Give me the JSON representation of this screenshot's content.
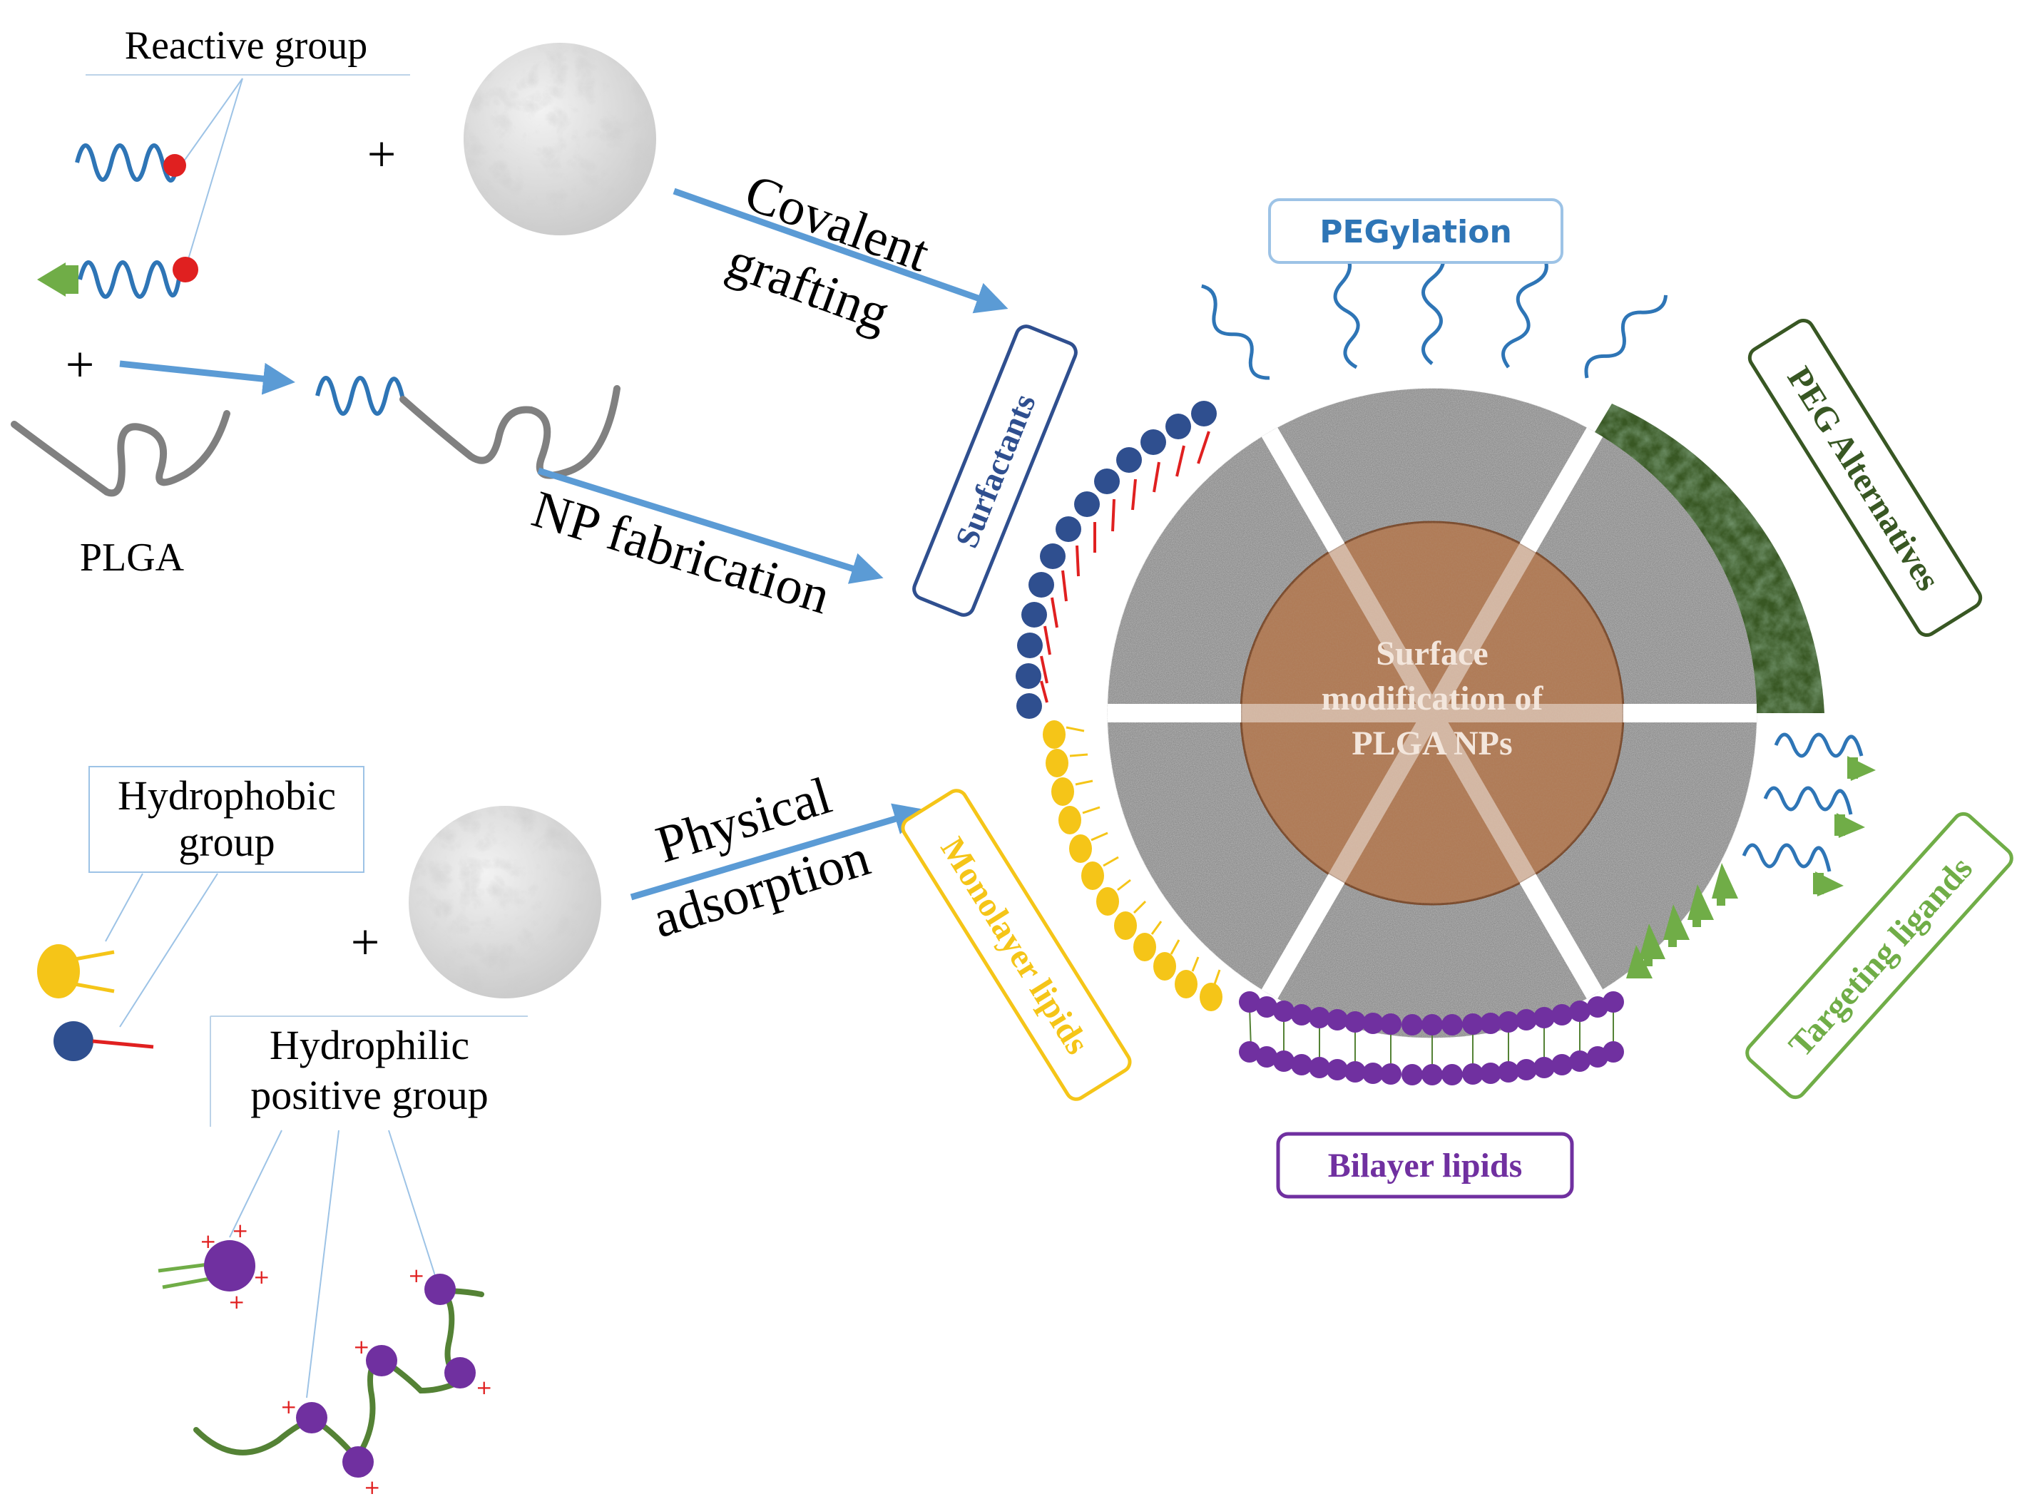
{
  "labels": {
    "reactive_group": "Reactive group",
    "plga": "PLGA",
    "plus": "+",
    "covalent": "Covalent",
    "grafting": "grafting",
    "np_fabrication": "NP fabrication",
    "hydrophobic_1": "Hydrophobic",
    "hydrophobic_2": "group",
    "hydrophilic_1": "Hydrophilic",
    "hydrophilic_2": "positive group",
    "physical": "Physical",
    "adsorption": "adsorption",
    "center_1": "Surface",
    "center_2": "modification of",
    "center_3": "PLGA NPs"
  },
  "categories": {
    "pegylation": "PEGylation",
    "surfactants": "Surfactants",
    "peg_alternatives": "PEG Alternatives",
    "monolayer_lipids": "Monolayer lipids",
    "targeting_ligands": "Targeting ligands",
    "bilayer_lipids": "Bilayer lipids"
  },
  "colors": {
    "arrow_blue": "#5b9bd5",
    "peg_blue": "#2e75b6",
    "surfactant_navy": "#2f4f8f",
    "red": "#e02020",
    "gold": "#f5c518",
    "purple": "#7030a0",
    "green": "#70ad47",
    "dark_green": "#385723",
    "core_brown": "#b07a55",
    "particle_gray": "#9a9a9a"
  }
}
